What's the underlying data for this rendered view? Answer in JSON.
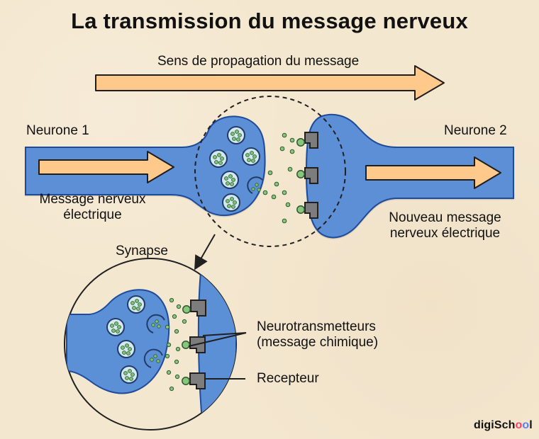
{
  "diagram": {
    "title": "La transmission du message nerveux",
    "labels": {
      "propagation": "Sens de propagation du message",
      "neurone1": "Neurone 1",
      "neurone2": "Neurone 2",
      "message_left_line1": "Message nerveux",
      "message_left_line2": "électrique",
      "message_right_line1": "Nouveau message",
      "message_right_line2": "nerveux électrique",
      "synapse": "Synapse",
      "neurotransmitters_line1": "Neurotransmetteurs",
      "neurotransmitters_line2": "(message chimique)",
      "receptor": "Recepteur"
    },
    "brand": {
      "prefix": "digiSch",
      "o1": "o",
      "o2": "o",
      "suffix": "l"
    },
    "colors": {
      "background": "#f4e7cf",
      "neuron_fill": "#5b8fd6",
      "neuron_stroke": "#1f4b9c",
      "arrow_fill": "#ffc98c",
      "arrow_stroke": "#1e1e1e",
      "dark_stroke": "#202020",
      "receptor_fill": "#7d7d7d",
      "vesicle_fill": "#d3e9f2",
      "vesicle_stroke": "#213b68",
      "dot_fill": "#88c57d",
      "dot_stroke": "#2f5a2f"
    },
    "icons": {
      "propagation_arrow": "arrow-right-icon",
      "signal_arrow": "arrow-right-icon",
      "receptor": "receptor-icon",
      "vesicle": "vesicle-icon",
      "neurotransmitter": "neurotransmitter-dot-icon",
      "zoom_pointer": "zoom-arrow-icon"
    }
  }
}
